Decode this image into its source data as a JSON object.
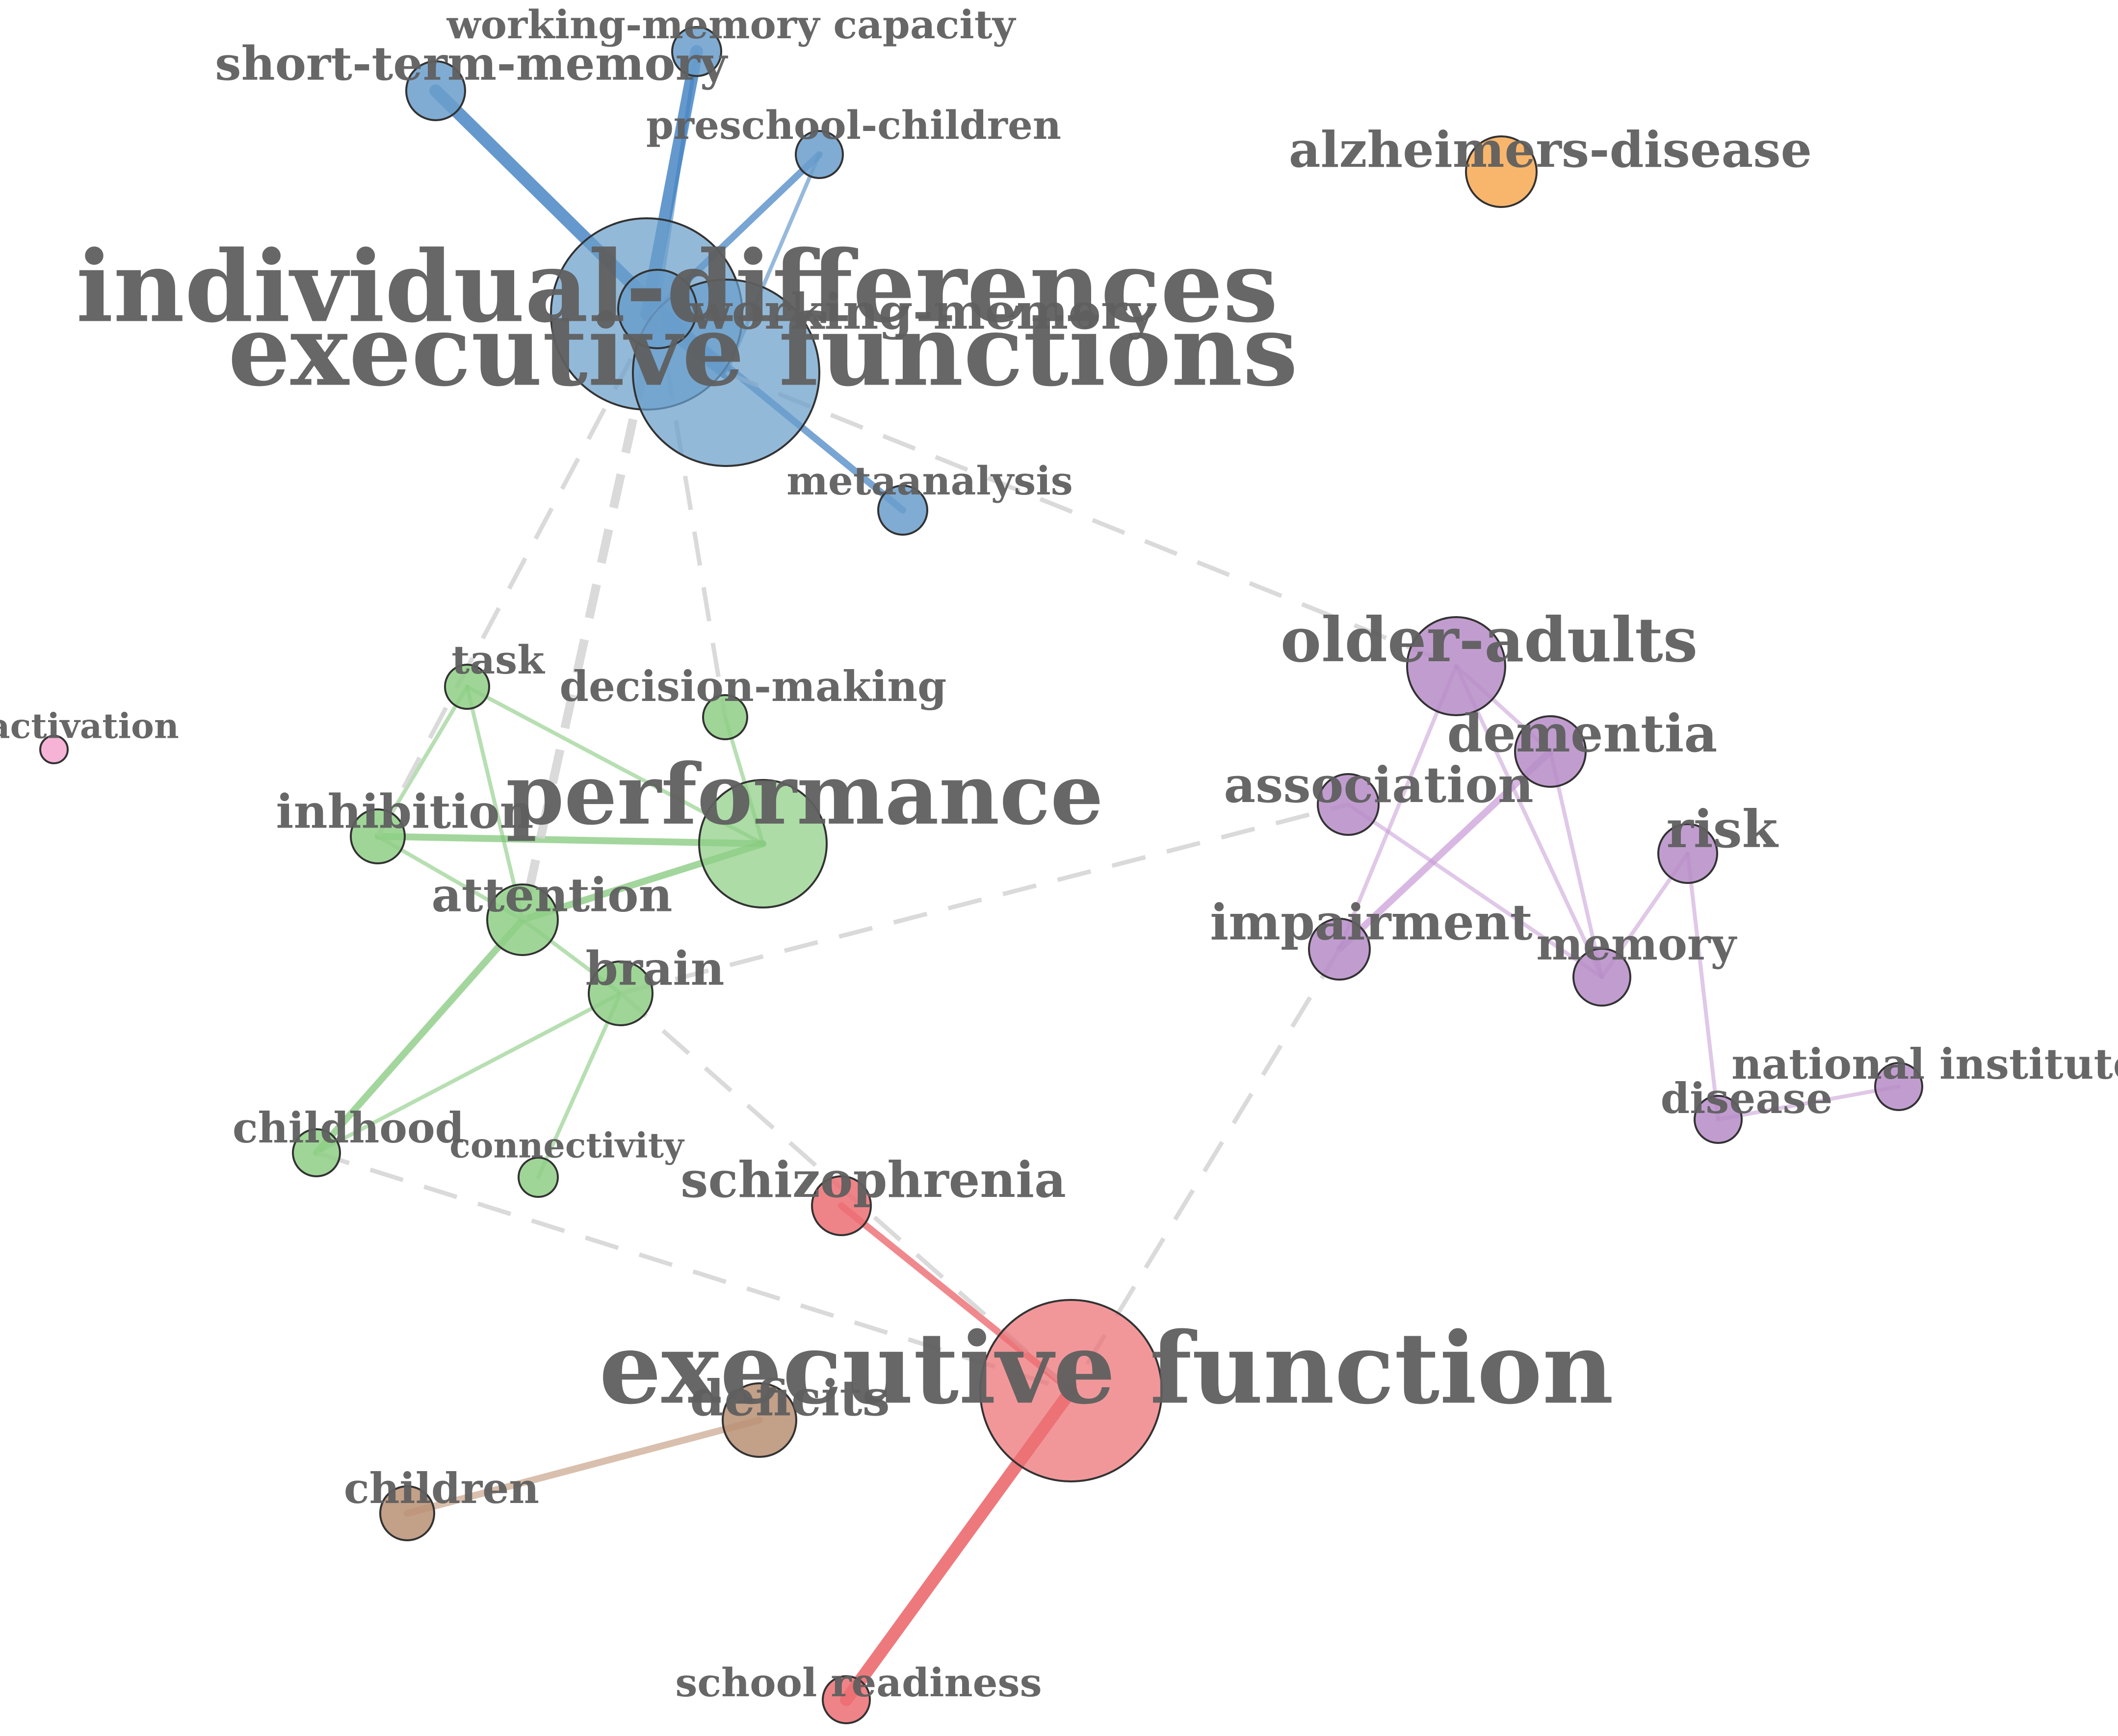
{
  "clusters": {
    "blue": "#6a9ecb",
    "blue_edge": "#3f7fc0",
    "green": "#8ecf85",
    "green_edge": "#7cc473",
    "purple": "#b68cc7",
    "purple_edge": "#c79ad6",
    "red": "#ec6f73",
    "red_edge": "#e8575c",
    "brown": "#b98f73",
    "brown_edge": "#c9a48a",
    "orange": "#f7a953",
    "pink": "#f4a6cf",
    "gray_edge": "#d3d3d3"
  },
  "nodes": [
    {
      "id": "individual-differences",
      "label": "individual-differences",
      "cluster": "blue",
      "size": "large"
    },
    {
      "id": "executive functions",
      "label": "executive functions",
      "cluster": "blue",
      "size": "large"
    },
    {
      "id": "working-memory",
      "label": "working-memory",
      "cluster": "blue",
      "size": "medium"
    },
    {
      "id": "short-term-memory",
      "label": "short-term-memory",
      "cluster": "blue",
      "size": "small"
    },
    {
      "id": "working-memory capacity",
      "label": "working-memory capacity",
      "cluster": "blue",
      "size": "small"
    },
    {
      "id": "preschool-children",
      "label": "preschool-children",
      "cluster": "blue",
      "size": "small"
    },
    {
      "id": "metaanalysis",
      "label": "metaanalysis",
      "cluster": "blue",
      "size": "small"
    },
    {
      "id": "alzheimers-disease",
      "label": "alzheimers-disease",
      "cluster": "orange",
      "size": "small"
    },
    {
      "id": "task",
      "label": "task",
      "cluster": "green",
      "size": "small"
    },
    {
      "id": "decision-making",
      "label": "decision-making",
      "cluster": "green",
      "size": "small"
    },
    {
      "id": "performance",
      "label": "performance",
      "cluster": "green",
      "size": "large"
    },
    {
      "id": "inhibition",
      "label": "inhibition",
      "cluster": "green",
      "size": "small"
    },
    {
      "id": "attention",
      "label": "attention",
      "cluster": "green",
      "size": "small"
    },
    {
      "id": "brain",
      "label": "brain",
      "cluster": "green",
      "size": "small"
    },
    {
      "id": "childhood",
      "label": "childhood",
      "cluster": "green",
      "size": "small"
    },
    {
      "id": "connectivity",
      "label": "connectivity",
      "cluster": "green",
      "size": "small"
    },
    {
      "id": "activation",
      "label": "activation",
      "cluster": "pink",
      "size": "small"
    },
    {
      "id": "older-adults",
      "label": "older-adults",
      "cluster": "purple",
      "size": "medium"
    },
    {
      "id": "dementia",
      "label": "dementia",
      "cluster": "purple",
      "size": "small"
    },
    {
      "id": "association",
      "label": "association",
      "cluster": "purple",
      "size": "small"
    },
    {
      "id": "risk",
      "label": "risk",
      "cluster": "purple",
      "size": "small"
    },
    {
      "id": "impairment",
      "label": "impairment",
      "cluster": "purple",
      "size": "small"
    },
    {
      "id": "memory",
      "label": "memory",
      "cluster": "purple",
      "size": "small"
    },
    {
      "id": "national institute",
      "label": "national institute",
      "cluster": "purple",
      "size": "small"
    },
    {
      "id": "disease",
      "label": "disease",
      "cluster": "purple",
      "size": "small"
    },
    {
      "id": "schizophrenia",
      "label": "schizophrenia",
      "cluster": "red",
      "size": "small"
    },
    {
      "id": "executive function",
      "label": "executive function",
      "cluster": "red",
      "size": "large"
    },
    {
      "id": "school readiness",
      "label": "school readiness",
      "cluster": "red",
      "size": "small"
    },
    {
      "id": "deficits",
      "label": "deficits",
      "cluster": "brown",
      "size": "small"
    },
    {
      "id": "children",
      "label": "children",
      "cluster": "brown",
      "size": "small"
    }
  ],
  "edges": [
    {
      "source": "short-term-memory",
      "target": "working-memory",
      "cluster": "blue",
      "strength": "strong"
    },
    {
      "source": "working-memory capacity",
      "target": "individual-differences",
      "cluster": "blue",
      "strength": "strong"
    },
    {
      "source": "working-memory capacity",
      "target": "working-memory",
      "cluster": "blue",
      "strength": "weak"
    },
    {
      "source": "preschool-children",
      "target": "working-memory",
      "cluster": "blue",
      "strength": "medium"
    },
    {
      "source": "preschool-children",
      "target": "executive functions",
      "cluster": "blue",
      "strength": "weak"
    },
    {
      "source": "individual-differences",
      "target": "working-memory",
      "cluster": "blue",
      "strength": "strong"
    },
    {
      "source": "executive functions",
      "target": "working-memory",
      "cluster": "blue",
      "strength": "strong"
    },
    {
      "source": "individual-differences",
      "target": "executive functions",
      "cluster": "blue",
      "strength": "strong"
    },
    {
      "source": "working-memory",
      "target": "metaanalysis",
      "cluster": "blue",
      "strength": "medium"
    },
    {
      "source": "task",
      "target": "performance",
      "cluster": "green",
      "strength": "weak"
    },
    {
      "source": "task",
      "target": "inhibition",
      "cluster": "green",
      "strength": "weak"
    },
    {
      "source": "task",
      "target": "attention",
      "cluster": "green",
      "strength": "weak"
    },
    {
      "source": "decision-making",
      "target": "performance",
      "cluster": "green",
      "strength": "weak"
    },
    {
      "source": "inhibition",
      "target": "performance",
      "cluster": "green",
      "strength": "medium"
    },
    {
      "source": "inhibition",
      "target": "attention",
      "cluster": "green",
      "strength": "weak"
    },
    {
      "source": "attention",
      "target": "performance",
      "cluster": "green",
      "strength": "medium"
    },
    {
      "source": "attention",
      "target": "brain",
      "cluster": "green",
      "strength": "weak"
    },
    {
      "source": "attention",
      "target": "childhood",
      "cluster": "green",
      "strength": "medium"
    },
    {
      "source": "brain",
      "target": "childhood",
      "cluster": "green",
      "strength": "weak"
    },
    {
      "source": "brain",
      "target": "connectivity",
      "cluster": "green",
      "strength": "weak"
    },
    {
      "source": "older-adults",
      "target": "dementia",
      "cluster": "purple",
      "strength": "weak"
    },
    {
      "source": "older-adults",
      "target": "impairment",
      "cluster": "purple",
      "strength": "weak"
    },
    {
      "source": "older-adults",
      "target": "memory",
      "cluster": "purple",
      "strength": "weak"
    },
    {
      "source": "dementia",
      "target": "impairment",
      "cluster": "purple",
      "strength": "medium"
    },
    {
      "source": "dementia",
      "target": "memory",
      "cluster": "purple",
      "strength": "weak"
    },
    {
      "source": "association",
      "target": "memory",
      "cluster": "purple",
      "strength": "weak"
    },
    {
      "source": "risk",
      "target": "memory",
      "cluster": "purple",
      "strength": "weak"
    },
    {
      "source": "risk",
      "target": "disease",
      "cluster": "purple",
      "strength": "weak"
    },
    {
      "source": "disease",
      "target": "national institute",
      "cluster": "purple",
      "strength": "weak"
    },
    {
      "source": "schizophrenia",
      "target": "executive function",
      "cluster": "red",
      "strength": "medium"
    },
    {
      "source": "executive function",
      "target": "school readiness",
      "cluster": "red",
      "strength": "strong"
    },
    {
      "source": "deficits",
      "target": "children",
      "cluster": "brown",
      "strength": "medium"
    },
    {
      "source": "working-memory",
      "target": "inhibition",
      "cluster": "gray",
      "strength": "weak"
    },
    {
      "source": "working-memory",
      "target": "attention",
      "cluster": "gray",
      "strength": "strong"
    },
    {
      "source": "working-memory",
      "target": "decision-making",
      "cluster": "gray",
      "strength": "weak"
    },
    {
      "source": "executive functions",
      "target": "older-adults",
      "cluster": "gray",
      "strength": "weak"
    },
    {
      "source": "brain",
      "target": "association",
      "cluster": "gray",
      "strength": "weak"
    },
    {
      "source": "brain",
      "target": "executive function",
      "cluster": "gray",
      "strength": "weak"
    },
    {
      "source": "childhood",
      "target": "executive function",
      "cluster": "gray",
      "strength": "weak"
    },
    {
      "source": "impairment",
      "target": "executive function",
      "cluster": "gray",
      "strength": "weak"
    }
  ]
}
